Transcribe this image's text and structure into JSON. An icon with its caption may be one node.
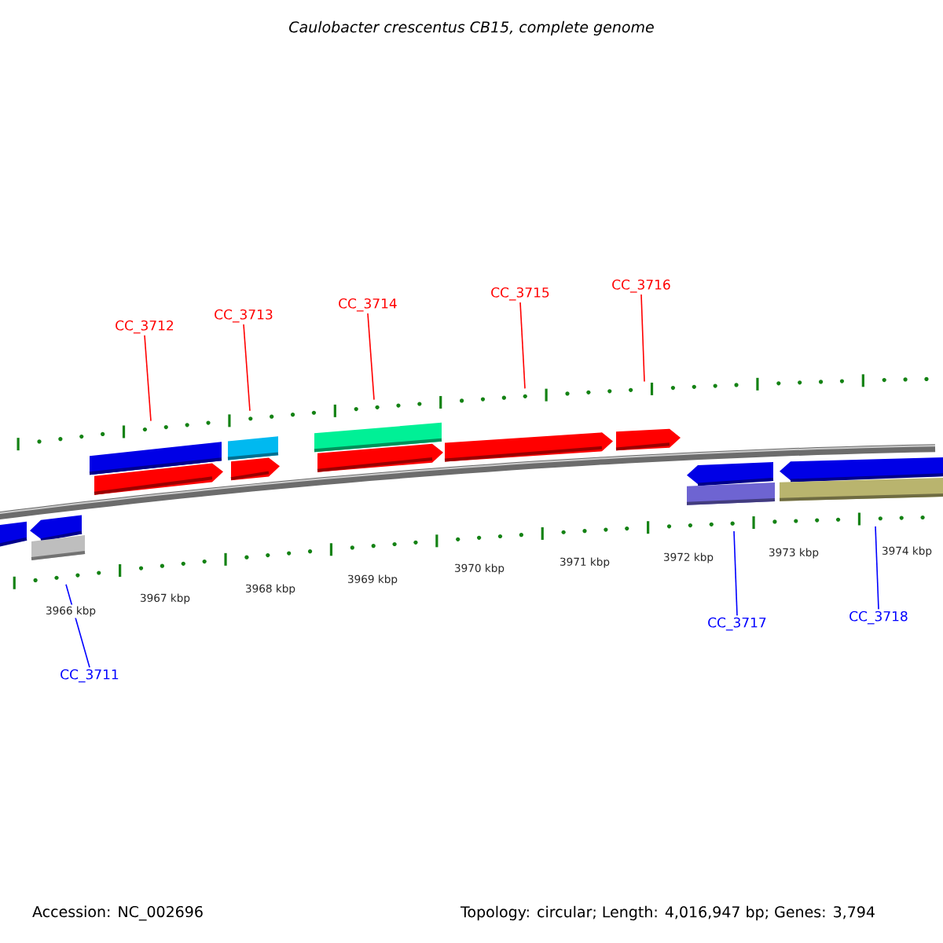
{
  "diagram": {
    "title": "Caulobacter crescentus CB15, complete genome",
    "nodes": [
      {
        "text": [
          "CC_3712"
        ]
      },
      {
        "text": [
          "CC_3713"
        ]
      },
      {
        "text": [
          "CC_3714"
        ]
      },
      {
        "text": [
          "CC_3715"
        ]
      },
      {
        "text": [
          "CC_3716"
        ]
      },
      {
        "text": [
          "CC_3711"
        ]
      },
      {
        "text": [
          "CC_3717"
        ]
      },
      {
        "text": [
          "CC_3718"
        ]
      },
      {
        "text": [],
        "shape": "scale"
      },
      {
        "text": [],
        "shape": "scale"
      }
    ],
    "edges": [
      {
        "from": 0,
        "to": 8,
        "arrow": "none"
      },
      {
        "from": 1,
        "to": 8,
        "arrow": "none"
      },
      {
        "from": 2,
        "to": 8,
        "arrow": "none"
      },
      {
        "from": 3,
        "to": 8,
        "arrow": "none"
      },
      {
        "from": 4,
        "to": 8,
        "arrow": "none"
      },
      {
        "from": 5,
        "to": 9,
        "arrow": "none",
        "color": "#0000ff"
      },
      {
        "from": 6,
        "to": 9,
        "arrow": "none",
        "color": "#0000ff"
      },
      {
        "from": 7,
        "to": 9,
        "arrow": "none",
        "color": "#0000ff"
      }
    ],
    "labels": [
      "3966 kbp",
      "3967 kbp",
      "3968 kbp",
      "3969 kbp",
      "3970 kbp",
      "3971 kbp",
      "3972 kbp",
      "3973 kbp",
      "3974 kbp",
      "Accession: NC_002696",
      "Topology: circular; Length: 4,016,947 bp; Genes: 3,794"
    ]
  }
}
